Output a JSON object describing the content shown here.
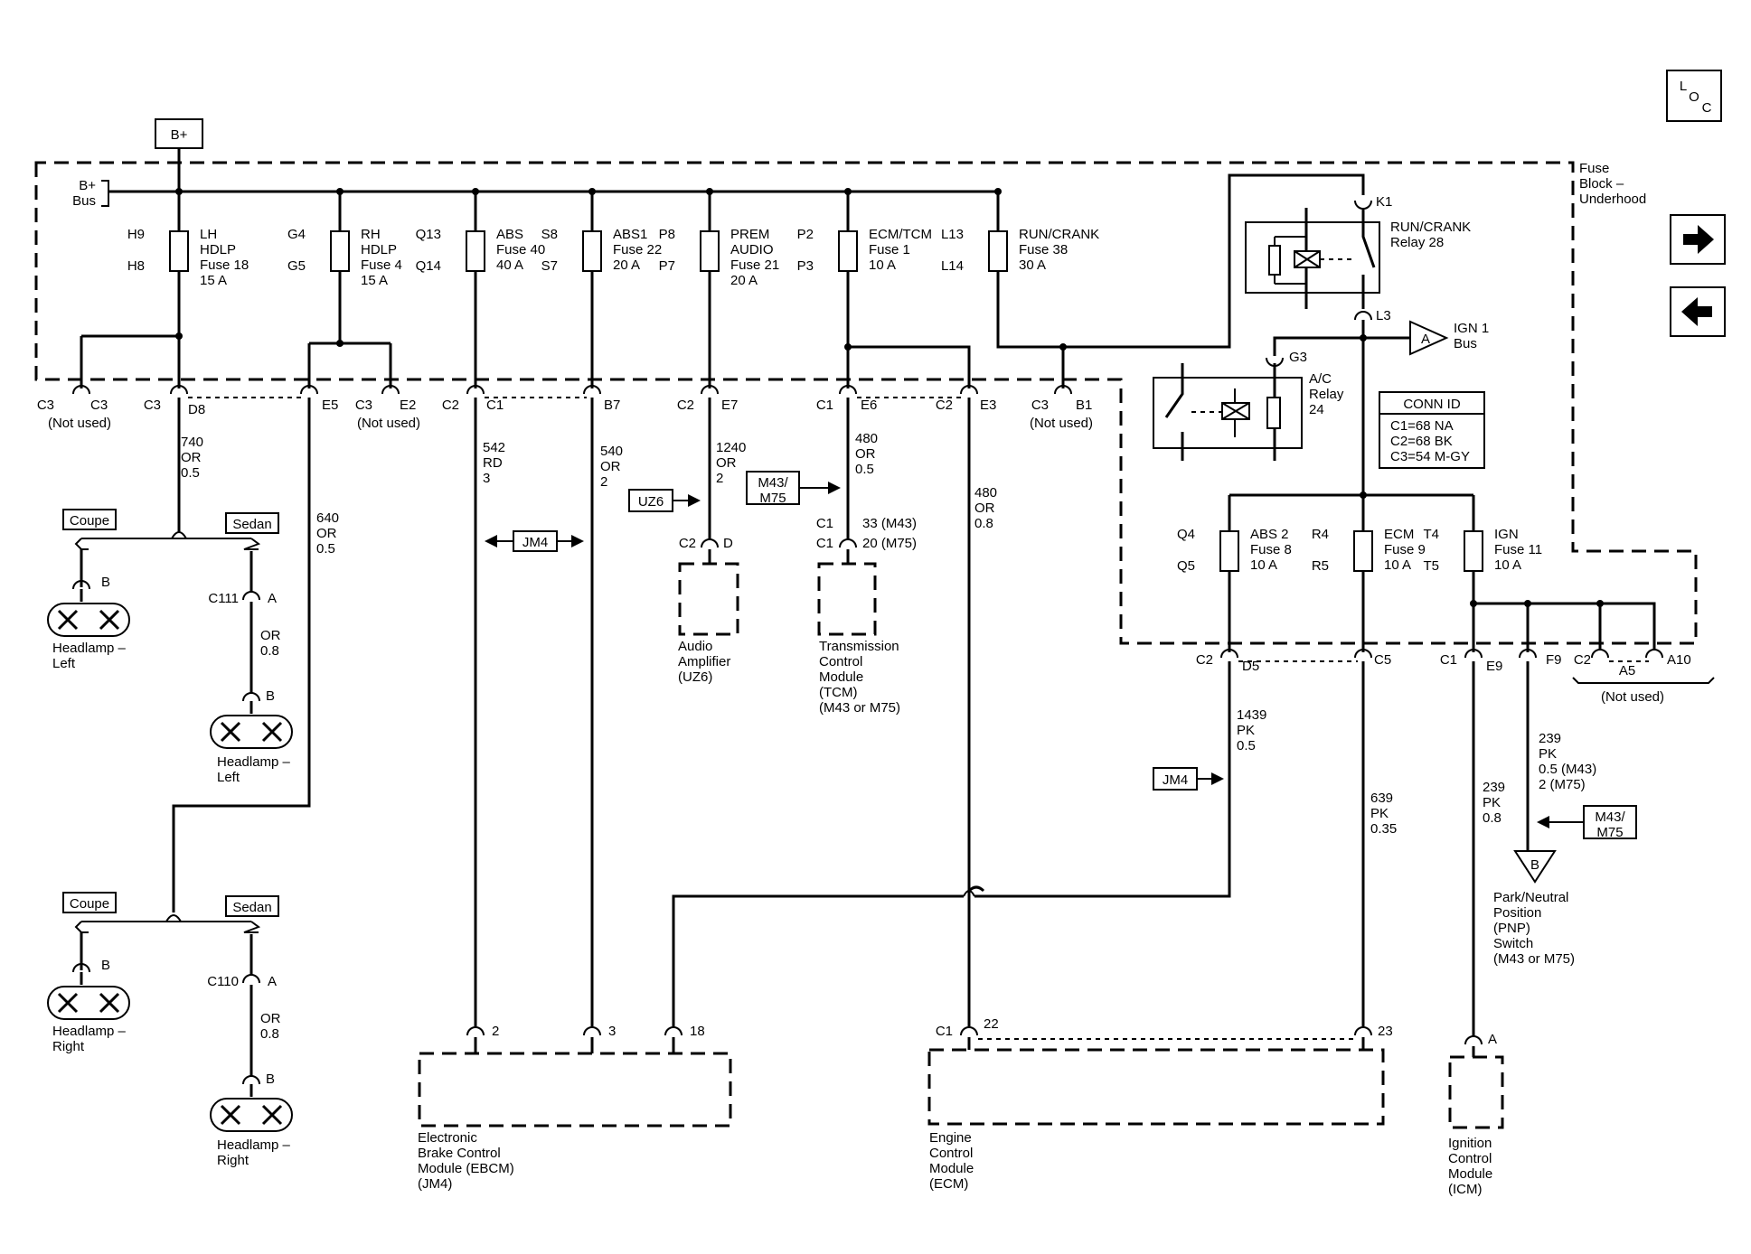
{
  "battery": {
    "label": "B+"
  },
  "bus": {
    "name": "B+\nBus"
  },
  "fuse_block": {
    "label": "Fuse\nBlock –\nUnderhood"
  },
  "loc_icon": {
    "text": "LOC"
  },
  "nav": {
    "forward_label": "➡",
    "back_label": "⬅"
  },
  "fuses": [
    {
      "id": "lh-hdlp",
      "pins": [
        "H9",
        "H8"
      ],
      "label": "LH\nHDLP\nFuse 18\n15 A"
    },
    {
      "id": "rh-hdlp",
      "pins": [
        "G4",
        "G5"
      ],
      "label": "RH\nHDLP\nFuse 4\n15 A"
    },
    {
      "id": "abs",
      "pins": [
        "Q13",
        "Q14"
      ],
      "label": "ABS\nFuse 40\n40 A"
    },
    {
      "id": "abs1",
      "pins": [
        "S8",
        "S7"
      ],
      "label": "ABS1\nFuse 22\n20 A"
    },
    {
      "id": "prem-audio",
      "pins": [
        "P8",
        "P7"
      ],
      "label": "PREM\nAUDIO\nFuse 21\n20 A"
    },
    {
      "id": "ecm-tcm",
      "pins": [
        "P2",
        "P3"
      ],
      "label": "ECM/TCM\nFuse 1\n10 A"
    },
    {
      "id": "run-crank",
      "pins": [
        "L13",
        "L14"
      ],
      "label": "RUN/CRANK\nFuse 38\n30 A"
    },
    {
      "id": "abs2",
      "pins": [
        "Q4",
        "Q5"
      ],
      "label": "ABS 2\nFuse 8\n10 A"
    },
    {
      "id": "ecm",
      "pins": [
        "R4",
        "R5"
      ],
      "label": "ECM\nFuse 9\n10 A"
    },
    {
      "id": "ign",
      "pins": [
        "T4",
        "T5"
      ],
      "label": "IGN\nFuse 11\n10 A"
    }
  ],
  "relays": [
    {
      "id": "run-crank-relay",
      "label": "RUN/CRANK\nRelay 28",
      "pins": [
        "K1",
        "L3"
      ]
    },
    {
      "id": "ac-relay",
      "label": "A/C\nRelay\n24",
      "pins": [
        "G3"
      ]
    }
  ],
  "ign_bus": {
    "marker": "A",
    "label": "IGN 1\nBus"
  },
  "pnp_marker": "B",
  "conn_id": {
    "title": "CONN ID",
    "rows": [
      "C1=68 NA",
      "C2=68 BK",
      "C3=54 M-GY"
    ]
  },
  "connectors": [
    {
      "id": "c3-c3",
      "conn": "C3",
      "pin": "C3",
      "note": "(Not used)"
    },
    {
      "id": "c3-d8",
      "conn": "C3",
      "pin": "D8",
      "note": ""
    },
    {
      "id": "e5",
      "conn": "",
      "pin": "E5",
      "note": ""
    },
    {
      "id": "c3-e2",
      "conn": "C3",
      "pin": "E2",
      "note": "(Not used)"
    },
    {
      "id": "c2-c1",
      "conn": "C2",
      "pin": "C1",
      "note": ""
    },
    {
      "id": "b7",
      "conn": "",
      "pin": "B7",
      "note": ""
    },
    {
      "id": "c2-e7",
      "conn": "C2",
      "pin": "E7",
      "note": ""
    },
    {
      "id": "c1-e6",
      "conn": "C1",
      "pin": "E6",
      "note": ""
    },
    {
      "id": "c2-e3",
      "conn": "C2",
      "pin": "E3",
      "note": ""
    },
    {
      "id": "c3-b1",
      "conn": "C3",
      "pin": "B1",
      "note": "(Not used)"
    },
    {
      "id": "c2-d5",
      "conn": "C2",
      "pin": "D5",
      "note": ""
    },
    {
      "id": "c5",
      "conn": "",
      "pin": "C5",
      "note": ""
    },
    {
      "id": "c1-e9",
      "conn": "C1",
      "pin": "E9",
      "note": ""
    },
    {
      "id": "f9",
      "conn": "",
      "pin": "F9",
      "note": ""
    },
    {
      "id": "c2-a5",
      "conn": "C2",
      "pin": "A5",
      "note": "(Not used)"
    },
    {
      "id": "a10",
      "conn": "",
      "pin": "A10",
      "note": ""
    }
  ],
  "wires": [
    {
      "id": "w740",
      "label": "740\nOR\n0.5"
    },
    {
      "id": "w640",
      "label": "640\nOR\n0.5"
    },
    {
      "id": "w542",
      "label": "542\nRD\n3"
    },
    {
      "id": "w540",
      "label": "540\nOR\n2"
    },
    {
      "id": "w1240",
      "label": "1240\nOR\n2"
    },
    {
      "id": "w480a",
      "label": "480\nOR\n0.5"
    },
    {
      "id": "w480b",
      "label": "480\nOR\n0.8"
    },
    {
      "id": "w1439",
      "label": "1439\nPK\n0.5"
    },
    {
      "id": "w639",
      "label": "639\nPK\n0.35"
    },
    {
      "id": "w239a",
      "label": "239\nPK\n0.8"
    },
    {
      "id": "w239b",
      "label": "239\nPK\n0.5 (M43)\n2 (M75)"
    },
    {
      "id": "wor1",
      "label": "OR\n0.8"
    },
    {
      "id": "wor2",
      "label": "OR\n0.8"
    }
  ],
  "options": {
    "jm4": "JM4",
    "uz6": "UZ6",
    "m43m75": "M43/\nM75",
    "coupe": "Coupe",
    "sedan": "Sedan"
  },
  "pins": {
    "audio": {
      "conn": "C2",
      "pin": "D"
    },
    "tcm": [
      "C1",
      "C1"
    ],
    "tcm_pins": [
      "33 (M43)",
      "20 (M75)"
    ],
    "ebcm": [
      "2",
      "3",
      "18"
    ],
    "ecm": {
      "conn": "C1",
      "pins": [
        "22",
        "23"
      ]
    },
    "icm": "A",
    "hl_left": {
      "coupe_pin": "B",
      "conn": "C111",
      "conn_pin": "A",
      "sedan_pin": "B"
    },
    "hl_right": {
      "coupe_pin": "B",
      "conn": "C110",
      "conn_pin": "A",
      "sedan_pin": "B"
    }
  },
  "components": {
    "headlamp_left_coupe": "Headlamp –\nLeft",
    "headlamp_left_sedan": "Headlamp –\nLeft",
    "headlamp_right_coupe": "Headlamp –\nRight",
    "headlamp_right_sedan": "Headlamp –\nRight",
    "audio_amp": "Audio\nAmplifier\n(UZ6)",
    "tcm": "Transmission\nControl\nModule\n(TCM)\n(M43 or M75)",
    "ebcm": "Electronic\nBrake Control\nModule (EBCM)\n(JM4)",
    "ecm": "Engine\nControl\nModule\n(ECM)",
    "icm": "Ignition\nControl\nModule\n(ICM)",
    "pnp": "Park/Neutral\nPosition\n(PNP)\nSwitch\n(M43 or M75)"
  }
}
